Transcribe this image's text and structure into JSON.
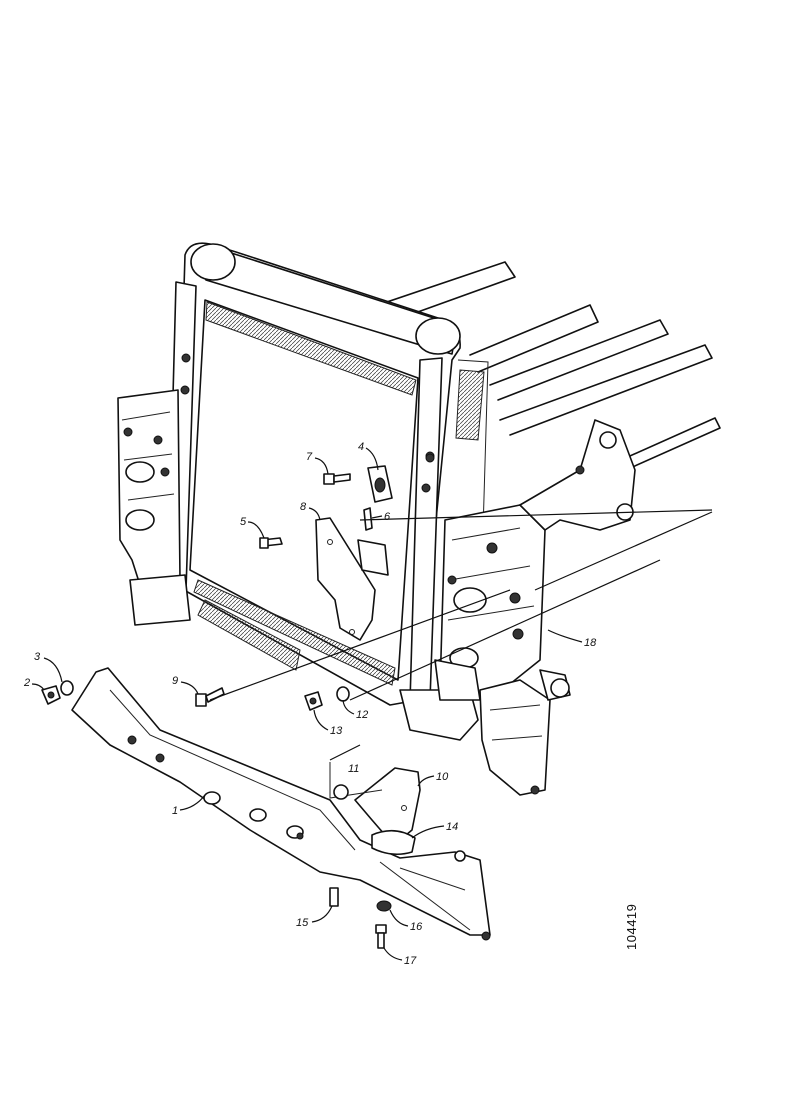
{
  "diagram": {
    "reference_number": "104419",
    "callouts": [
      {
        "id": "c1",
        "label": "1"
      },
      {
        "id": "c2",
        "label": "2"
      },
      {
        "id": "c3",
        "label": "3"
      },
      {
        "id": "c4",
        "label": "4"
      },
      {
        "id": "c5",
        "label": "5"
      },
      {
        "id": "c6",
        "label": "6"
      },
      {
        "id": "c7",
        "label": "7"
      },
      {
        "id": "c8",
        "label": "8"
      },
      {
        "id": "c9",
        "label": "9"
      },
      {
        "id": "c10",
        "label": "10"
      },
      {
        "id": "c11",
        "label": "11"
      },
      {
        "id": "c12",
        "label": "12"
      },
      {
        "id": "c13",
        "label": "13"
      },
      {
        "id": "c14",
        "label": "14"
      },
      {
        "id": "c15",
        "label": "15"
      },
      {
        "id": "c16",
        "label": "16"
      },
      {
        "id": "c17",
        "label": "17"
      },
      {
        "id": "c18",
        "label": "18"
      }
    ]
  }
}
